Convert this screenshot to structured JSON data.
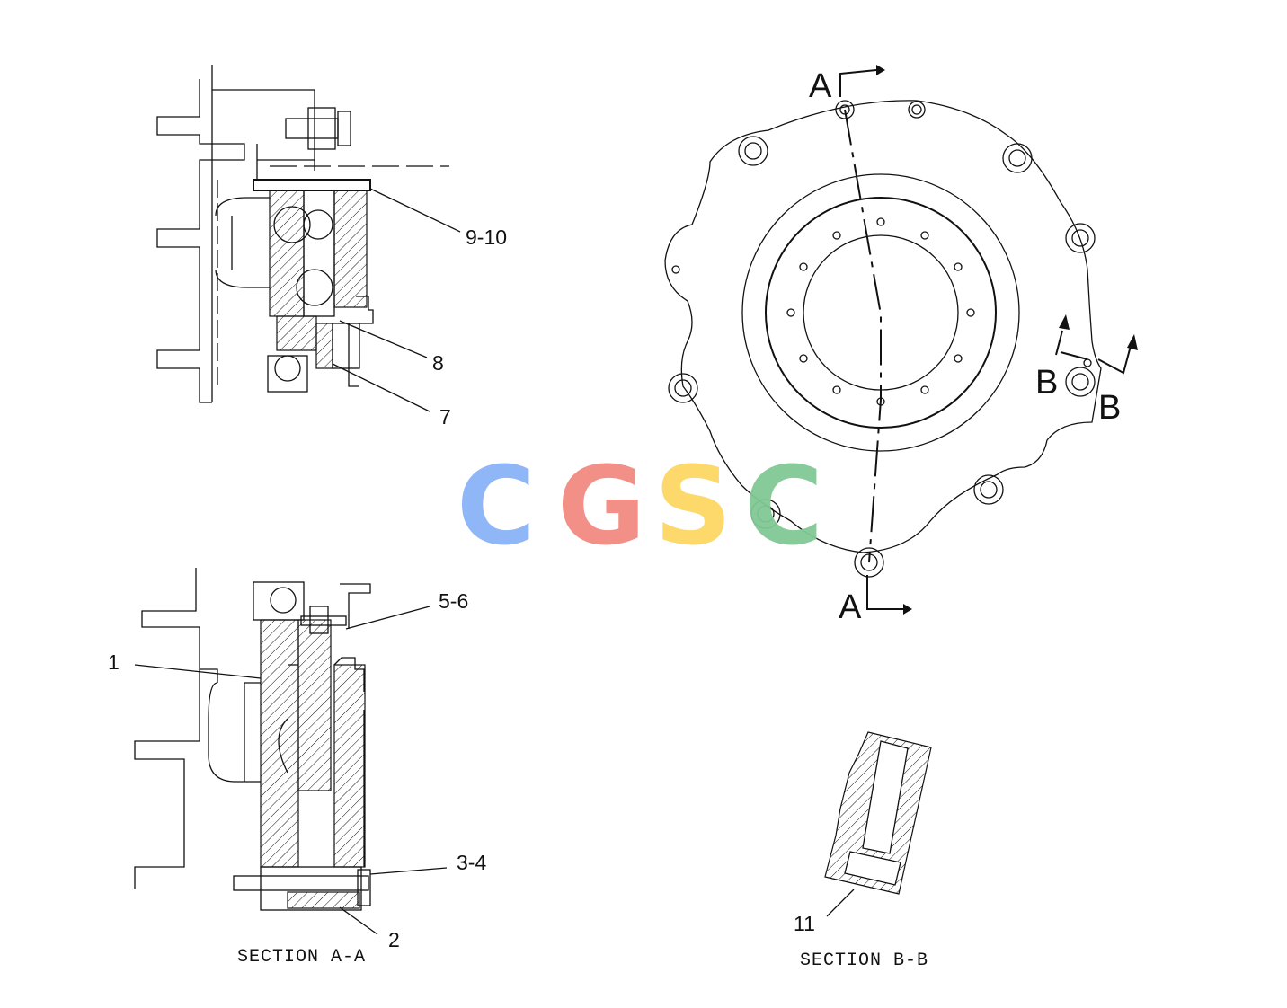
{
  "callouts": {
    "c9_10": "9-10",
    "c8": "8",
    "c7": "7",
    "c5_6": "5-6",
    "c1": "1",
    "c3_4": "3-4",
    "c2": "2",
    "c11": "11"
  },
  "section_titles": {
    "a": "SECTION A-A",
    "b": "SECTION B-B"
  },
  "section_markers": {
    "a_top": "A",
    "a_bottom": "A",
    "b_left": "B",
    "b_right": "B"
  },
  "watermark": {
    "letters": [
      "C",
      "G",
      "S",
      "C"
    ],
    "colors": [
      "#8ab4f8",
      "#f28b82",
      "#fdd663",
      "#81c995"
    ]
  }
}
